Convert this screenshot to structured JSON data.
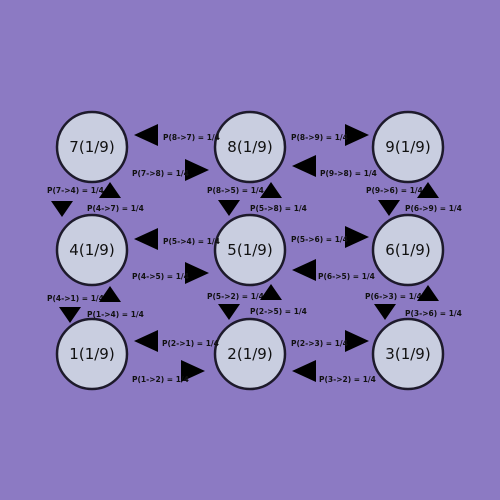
{
  "nodes": [
    {
      "id": "7",
      "label": "7(1/9)"
    },
    {
      "id": "8",
      "label": "8(1/9)"
    },
    {
      "id": "9",
      "label": "9(1/9)"
    },
    {
      "id": "4",
      "label": "4(1/9)"
    },
    {
      "id": "5",
      "label": "5(1/9)"
    },
    {
      "id": "6",
      "label": "6(1/9)"
    },
    {
      "id": "1",
      "label": "1(1/9)"
    },
    {
      "id": "2",
      "label": "2(1/9)"
    },
    {
      "id": "3",
      "label": "3(1/9)"
    }
  ],
  "edges": {
    "p_8_7": "P(8->7) = 1/4",
    "p_7_8": "P(7->8) = 1/4",
    "p_8_9": "P(8->9) = 1/4",
    "p_9_8": "P(9->8) = 1/4",
    "p_5_4": "P(5->4) = 1/4",
    "p_4_5": "P(4->5) = 1/4",
    "p_5_6": "P(5->6) = 1/4",
    "p_6_5": "P(6->5) = 1/4",
    "p_2_1": "P(2->1) = 1/4",
    "p_1_2": "P(1->2) = 1/4",
    "p_2_3": "P(2->3) = 1/4",
    "p_3_2": "P(3->2) = 1/4",
    "p_7_4": "P(7->4) = 1/4",
    "p_4_7": "P(4->7) = 1/4",
    "p_8_5": "P(8->5) = 1/4",
    "p_5_8": "P(5->8) = 1/4",
    "p_9_6": "P(9->6) = 1/4",
    "p_6_9": "P(6->9) = 1/4",
    "p_4_1": "P(4->1) = 1/4",
    "p_1_4": "P(1->4) = 1/4",
    "p_5_2": "P(5->2) = 1/4",
    "p_2_5": "P(2->5) = 1/4",
    "p_6_3": "P(6->3) = 1/4",
    "p_3_6": "P(3->6) = 1/4"
  },
  "colors": {
    "background": "#8c7ac3",
    "node_fill": "#c9cee0",
    "node_stroke": "#1d1a2b",
    "arrow": "#000000"
  }
}
